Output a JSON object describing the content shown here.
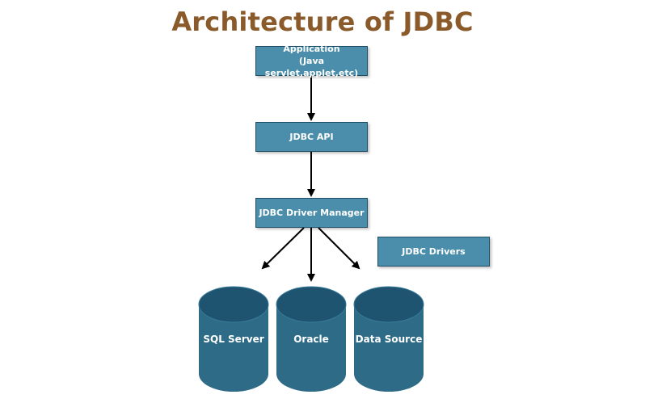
{
  "title": "Architecture of JDBC",
  "boxes": {
    "application": {
      "line1": "Application",
      "line2": "(Java servlet,applet,etc)"
    },
    "jdbc_api": "JDBC API",
    "driver_manager": "JDBC Driver Manager",
    "jdbc_drivers": "JDBC Drivers"
  },
  "databases": {
    "sql_server": "SQL Server",
    "oracle": "Oracle",
    "data_source": "Data Source"
  },
  "colors": {
    "title": "#8B5A2B",
    "box_fill": "#4A8EAB",
    "box_border": "#1F4F66",
    "cylinder_fill": "#2E6B87",
    "cylinder_top": "#1F5470",
    "arrow": "#000000"
  }
}
